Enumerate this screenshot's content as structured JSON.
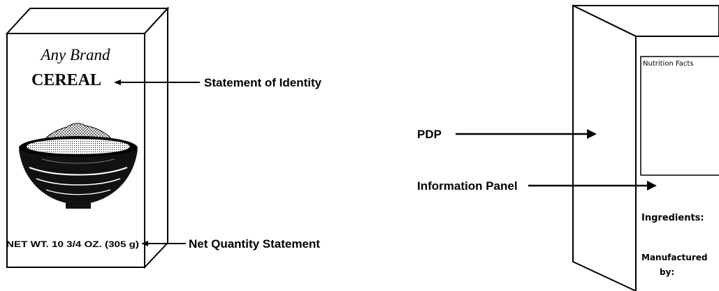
{
  "box1": {
    "brand": "Any Brand",
    "product": "CEREAL",
    "net_weight": "NET WT. 10 3/4 OZ. (305 g)",
    "bowl_icon": "cereal-bowl-icon"
  },
  "labels": {
    "statement_of_identity": "Statement of Identity",
    "net_quantity_statement": "Net Quantity Statement",
    "pdp": "PDP",
    "information_panel": "Information Panel"
  },
  "box2": {
    "nutrition_facts": "Nutrition Facts",
    "ingredients": "Ingredients:",
    "manufactured_line1": "Manufactured",
    "manufactured_line2": "by:"
  }
}
